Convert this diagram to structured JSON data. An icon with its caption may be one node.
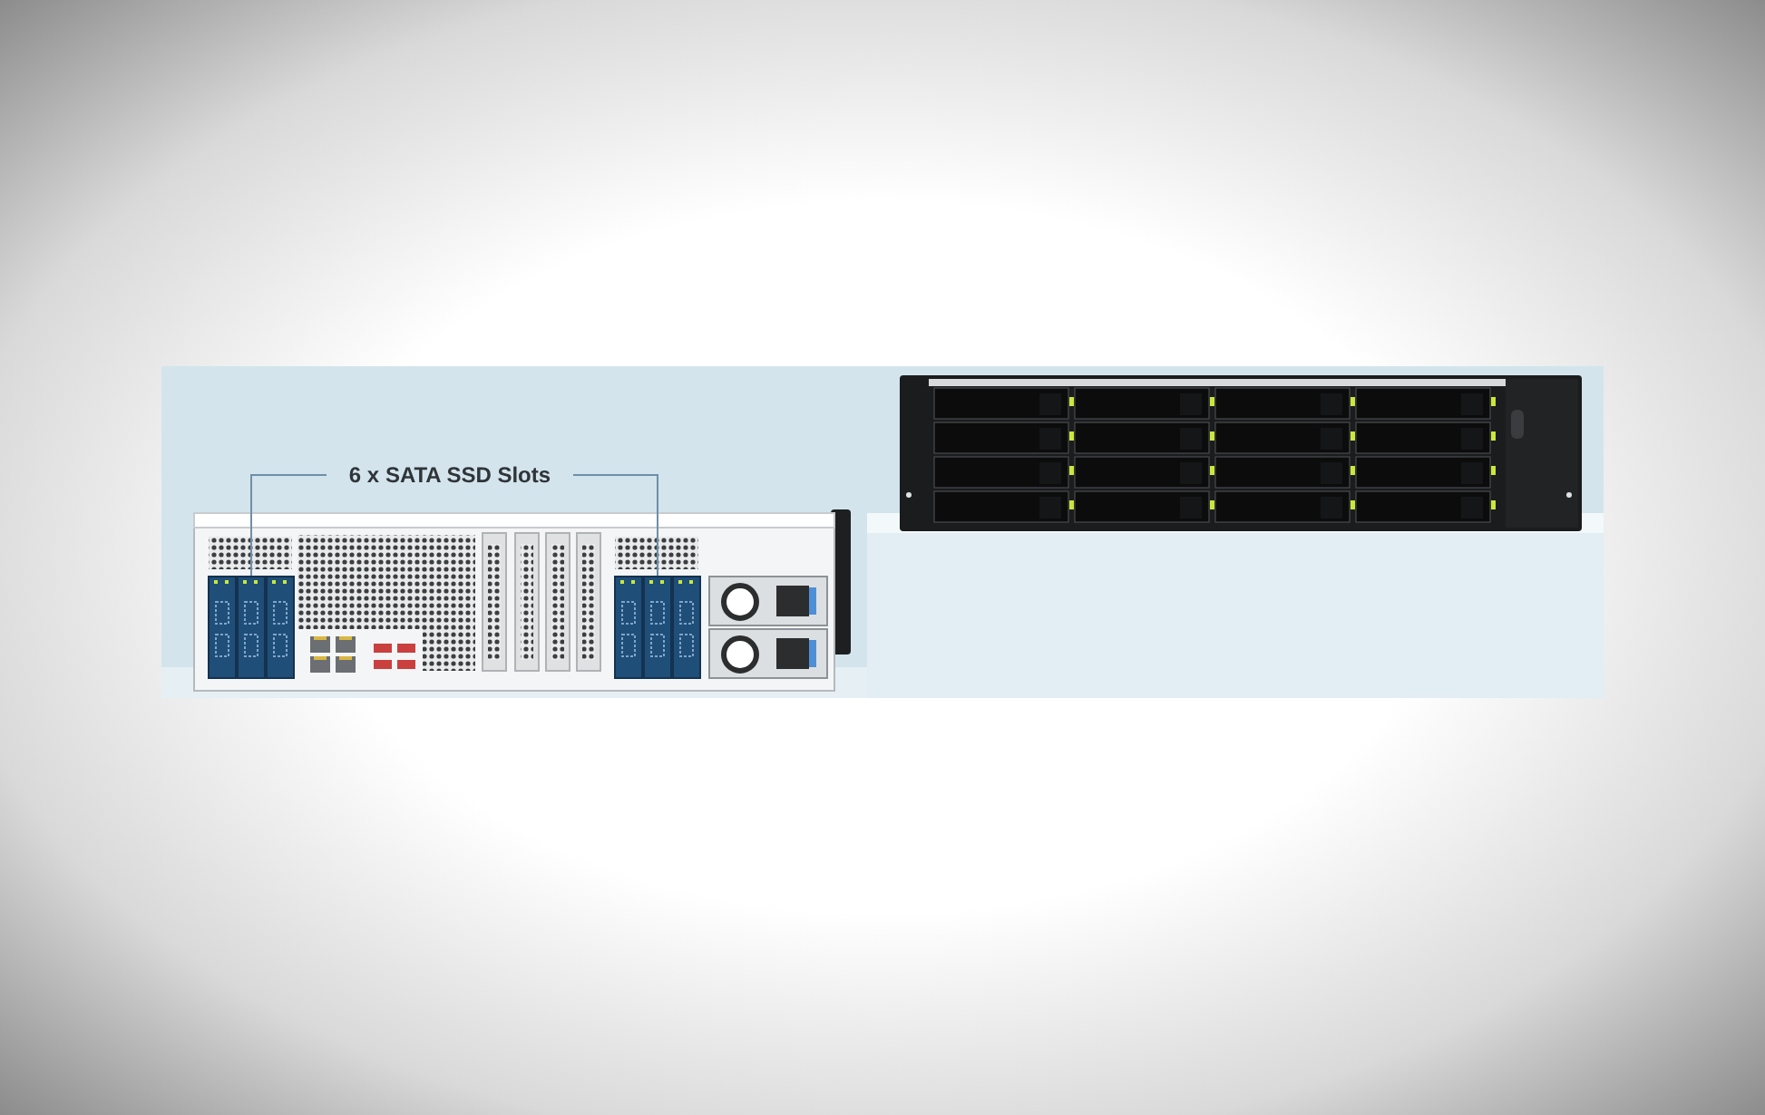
{
  "diagram": {
    "nodes": [
      {
        "text": [
          "6 x SATA SSD Slots"
        ]
      },
      {
        "text": [],
        "shape": "picture"
      },
      {
        "text": [],
        "shape": "picture"
      }
    ],
    "edges": [
      {
        "from": 0,
        "to": 1,
        "arrow": "none"
      },
      {
        "from": 0,
        "to": 2,
        "arrow": "none"
      }
    ]
  }
}
